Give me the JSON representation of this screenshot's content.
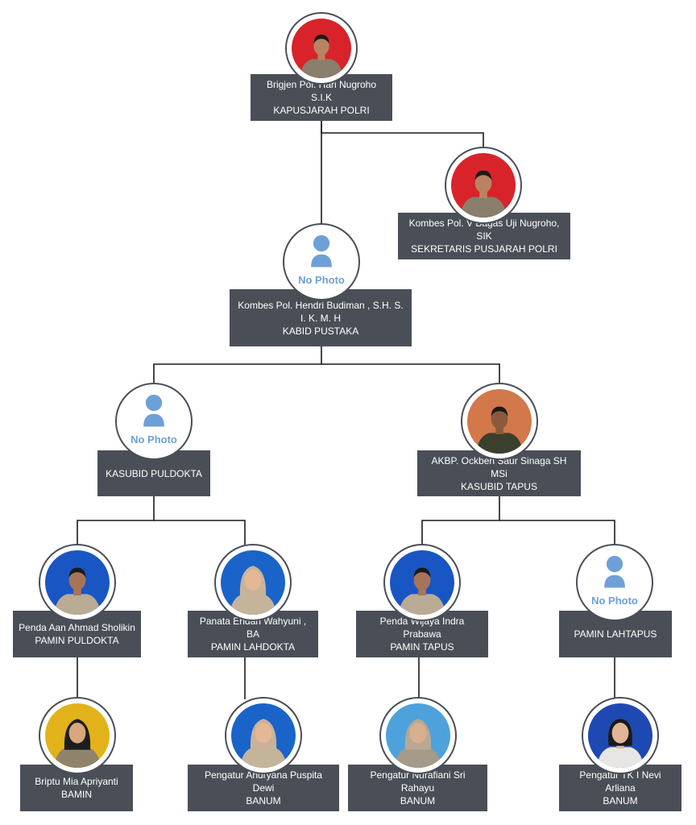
{
  "colors": {
    "box_bg": "#4a4f57",
    "line": "#1a1a1a",
    "no_photo": "#6ea0d8"
  },
  "no_photo_label": "No Photo",
  "nodes": [
    {
      "id": "kapusjarah",
      "name": "Brigjen Pol. Hari Nugroho S.I.K",
      "role": "KAPUSJARAH POLRI",
      "photo": "red-bg-officer"
    },
    {
      "id": "sekretaris",
      "name": "Kombes Pol. V Bagas Uji Nugroho, SIK",
      "role": "SEKRETARIS PUSJARAH POLRI",
      "photo": "red-bg-officer"
    },
    {
      "id": "kabid",
      "name": "Kombes Pol. Hendri Budiman , S.H. S. I. K. M. H",
      "role": "KABID PUSTAKA",
      "photo": "none"
    },
    {
      "id": "kasubid-puldokta",
      "name": "",
      "role": "KASUBID PULDOKTA",
      "photo": "none"
    },
    {
      "id": "kasubid-tapus",
      "name": "AKBP. Ockben Saur Sinaga SH MSi",
      "role": "KASUBID TAPUS",
      "photo": "orange-bg-officer"
    },
    {
      "id": "pamin-puldokta",
      "name": "Penda Aan Ahmad Sholikin",
      "role": "PAMIN PULDOKTA",
      "photo": "blue-bg-staff"
    },
    {
      "id": "pamin-lahdokta",
      "name": "Panata Endah Wahyuni , BA",
      "role": "PAMIN LAHDOKTA",
      "photo": "blue-bg-hijab"
    },
    {
      "id": "pamin-tapus",
      "name": "Penda Wijaya Indra Prabawa",
      "role": "PAMIN TAPUS",
      "photo": "blue-bg-staff"
    },
    {
      "id": "pamin-lahtapus",
      "name": "",
      "role": "PAMIN LAHTAPUS",
      "photo": "none"
    },
    {
      "id": "bamin",
      "name": "Briptu Mia Apriyanti",
      "role": "BAMIN",
      "photo": "yellow-bg-hijab"
    },
    {
      "id": "banum-1",
      "name": "Pengatur Andryana Puspita Dewi",
      "role": "BANUM",
      "photo": "blue-bg-hijab"
    },
    {
      "id": "banum-2",
      "name": "Pengatur Nurafiani Sri Rahayu",
      "role": "BANUM",
      "photo": "lightblue-bg-hijab"
    },
    {
      "id": "banum-3",
      "name": "Pengatur TK I Nevi Arliana",
      "role": "BANUM",
      "photo": "blue-bg-woman"
    }
  ]
}
